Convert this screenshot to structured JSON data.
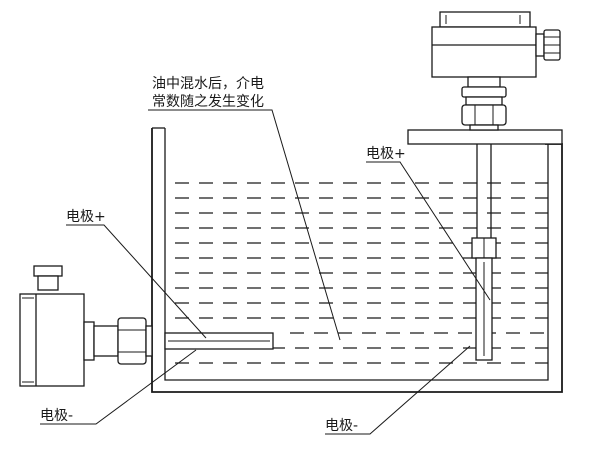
{
  "labels": {
    "annotation_line1": "油中混水后，介电",
    "annotation_line2": "常数随之发生变化",
    "left_positive": "电极+",
    "left_negative": "电极-",
    "right_positive": "电极+",
    "right_negative": "电极-"
  },
  "colors": {
    "line": "#1a1a1a",
    "background": "#ffffff"
  }
}
